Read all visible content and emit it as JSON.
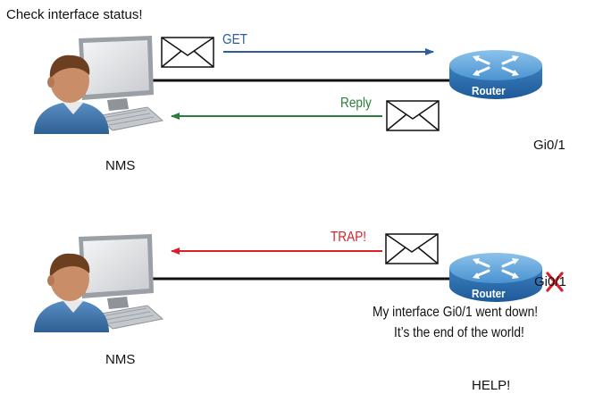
{
  "top": {
    "caption": "Check interface status!",
    "get_label": "GET",
    "reply_label": "Reply",
    "router_label": "Router",
    "nms_label": "NMS",
    "interface_label": "Gi0/1"
  },
  "bottom": {
    "trap_label": "TRAP!",
    "router_label": "Router",
    "nms_label": "NMS",
    "interface_label": "Gi0/1",
    "message_line1": "My interface Gi0/1 went down!",
    "message_line2": "It’s the end of the world!",
    "help_label": "HELP!"
  },
  "colors": {
    "get_arrow": "#2e5c9e",
    "reply_arrow": "#2a7d3a",
    "trap_arrow": "#d8202a",
    "router_body": "#3f87c8",
    "cross_mark": "#d8202a"
  },
  "icons": [
    "envelope-icon",
    "router-icon",
    "nms-workstation-icon",
    "red-x-icon"
  ]
}
